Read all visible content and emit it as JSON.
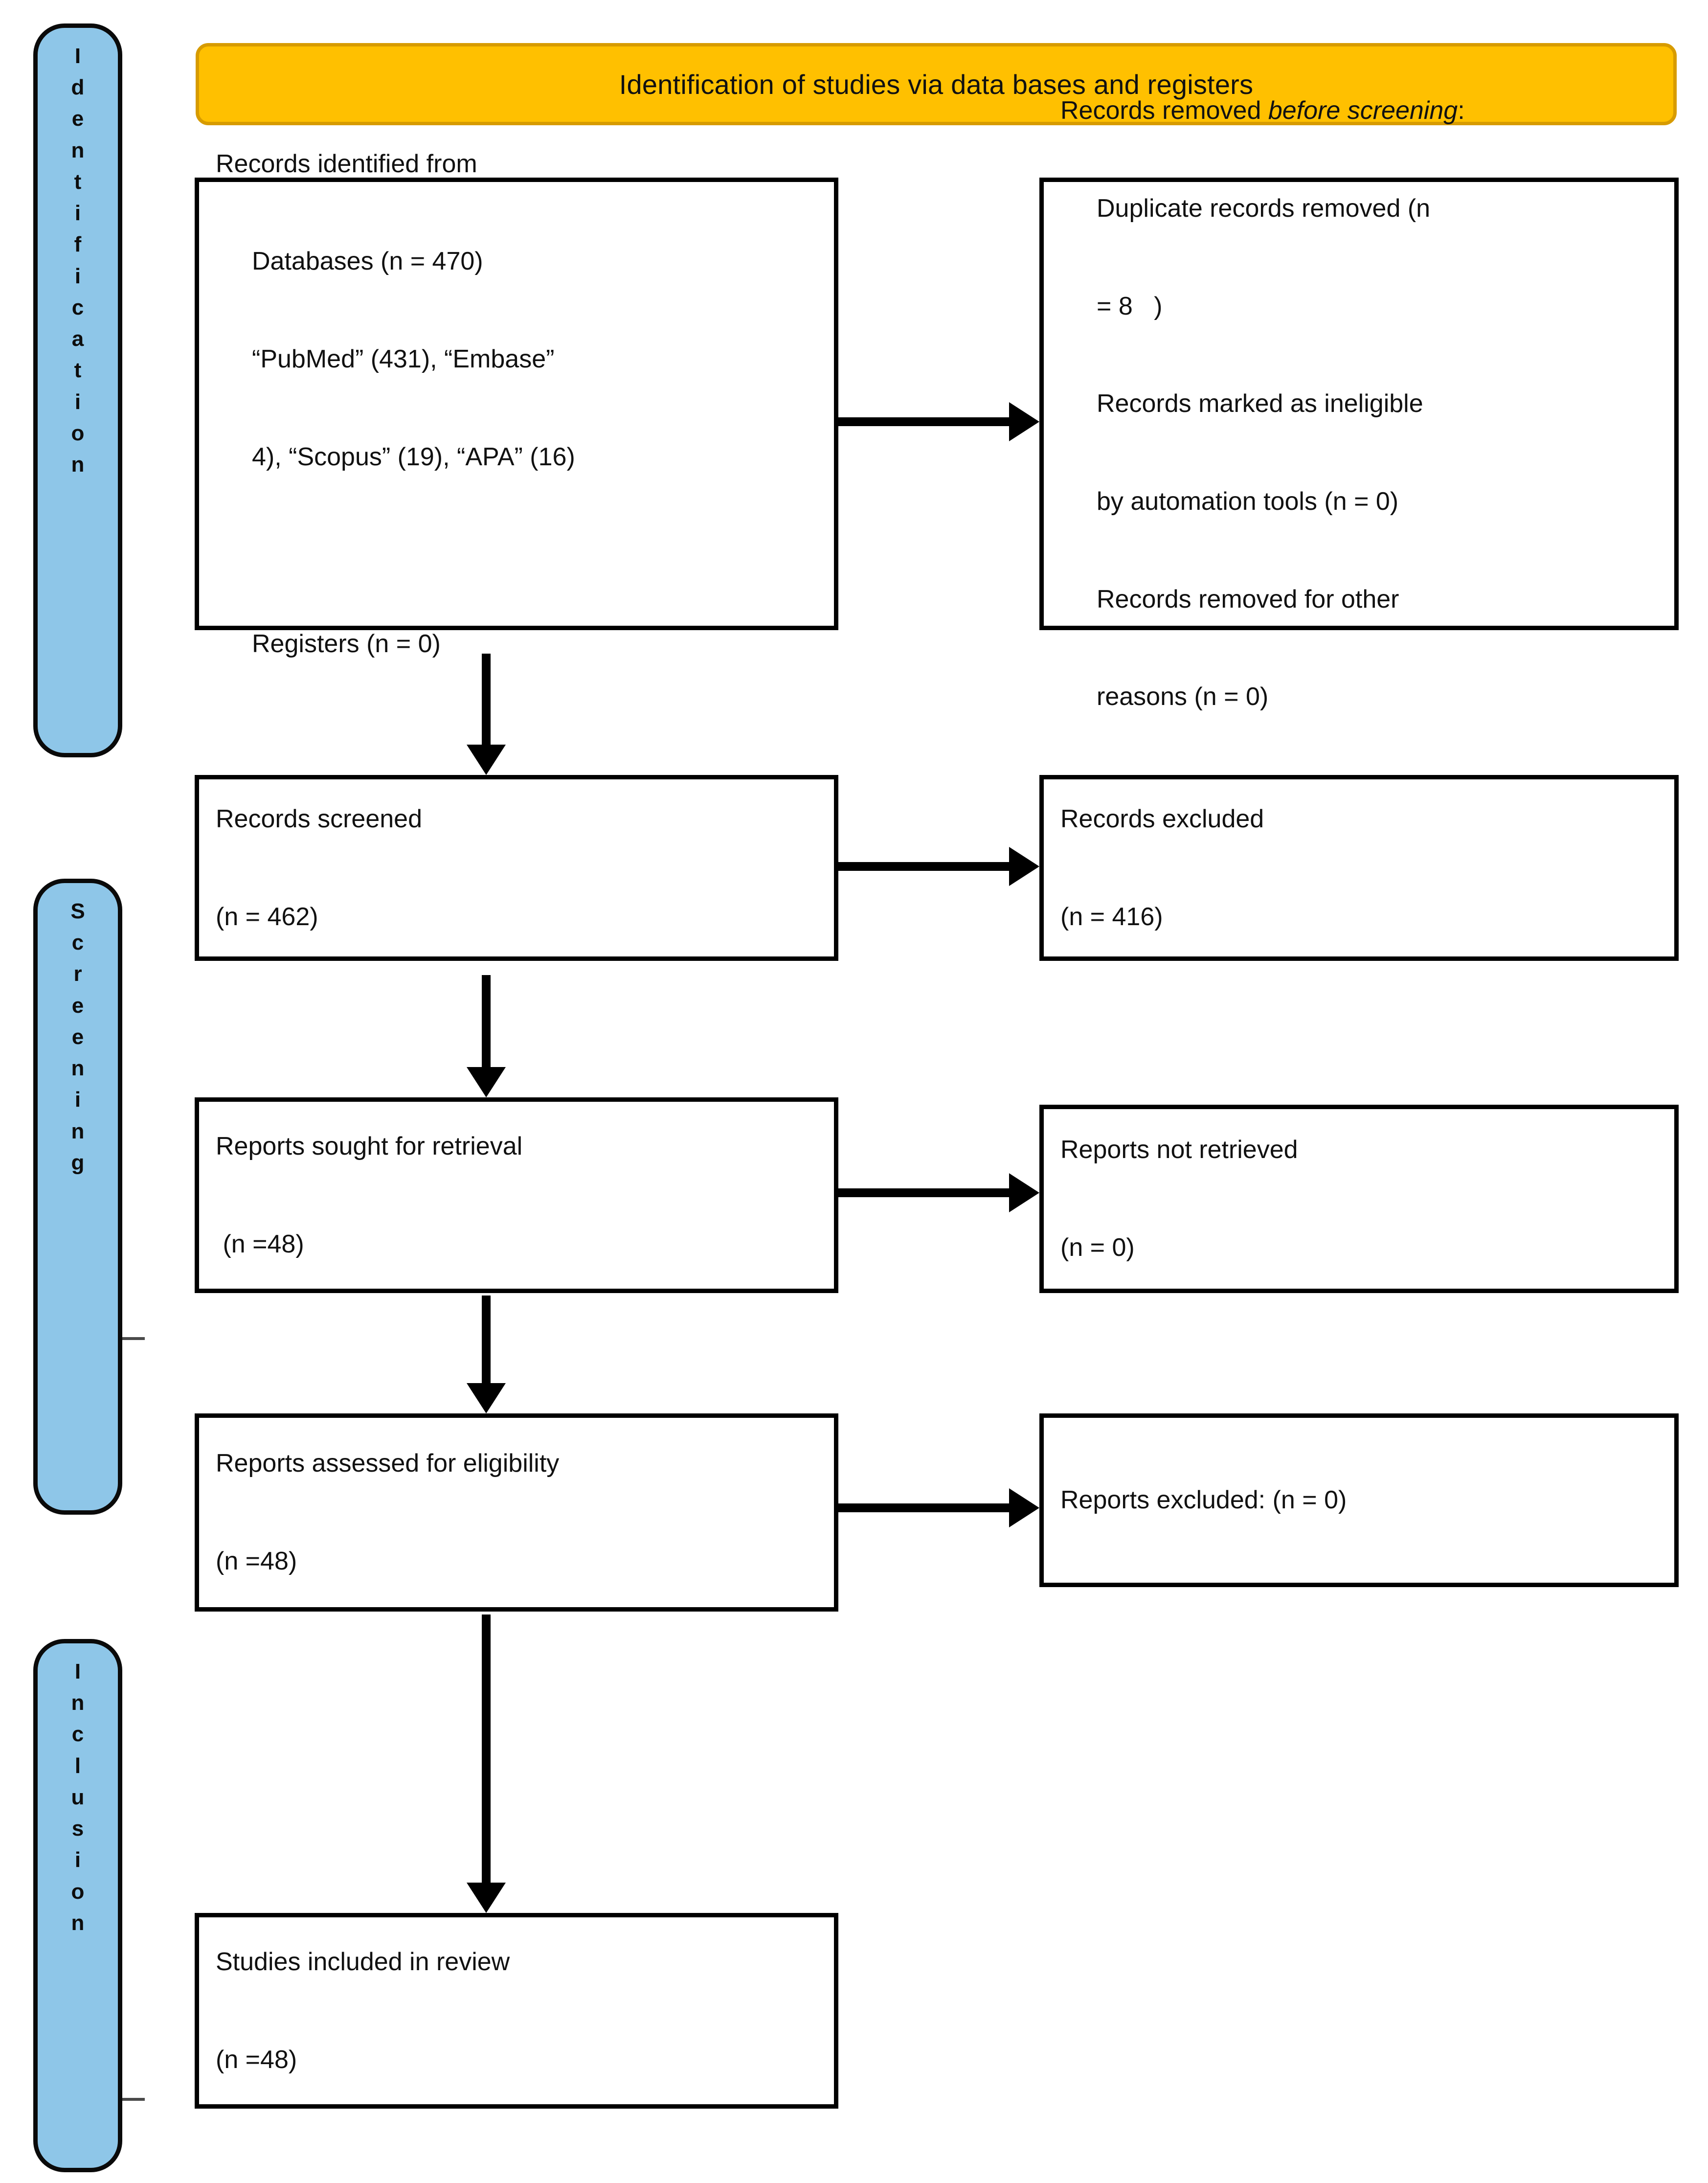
{
  "diagram": {
    "title": "PRISMA 2020 flow diagram",
    "header": {
      "banner_label": "Identification of studies via data bases and registers",
      "banner_color": "#FFC000",
      "banner_border_color": "#D79B00"
    },
    "stage_tab_color": "#8EC6E8",
    "stages": [
      {
        "id": "identification",
        "label": "Identification",
        "letters": [
          "I",
          "d",
          "e",
          "n",
          "t",
          "i",
          "f",
          "i",
          "c",
          "a",
          "t",
          "i",
          "o",
          "n"
        ]
      },
      {
        "id": "screening",
        "label": "Screening",
        "letters": [
          "S",
          "c",
          "r",
          "e",
          "e",
          "n",
          "i",
          "n",
          "g"
        ]
      },
      {
        "id": "inclusion",
        "label": "Inclusion",
        "letters": [
          "I",
          "n",
          "c",
          "l",
          "u",
          "s",
          "i",
          "o",
          "n"
        ]
      }
    ],
    "boxes": {
      "identified": {
        "name": "Records identified from",
        "lines": [
          "Records identified from",
          "Databases (n = 470)",
          "“PubMed” (431), “Embase”",
          "4), “Scopus” (19), “APA” (16)",
          "",
          "Registers (n = 0)"
        ],
        "values": {
          "databases_total": 470,
          "pubmed": 431,
          "embase": 4,
          "scopus": 19,
          "apa": 16,
          "registers": 0
        }
      },
      "removed_before_screening": {
        "heading_plain": "Records removed ",
        "heading_italic": "before screening",
        "heading_suffix": ":",
        "lines": [
          "Duplicate records removed (n",
          "= 8   )",
          "Records marked as ineligible",
          "by automation tools (n = 0)",
          "Records removed for other",
          "reasons (n = 0)"
        ],
        "values": {
          "duplicates_removed": 8,
          "ineligible_automation": 0,
          "other_reasons": 0
        }
      },
      "screened": {
        "lines": [
          "Records screened",
          "(n = 462)"
        ],
        "values": {
          "n": 462
        }
      },
      "records_excluded": {
        "lines": [
          "Records excluded",
          "(n = 416)"
        ],
        "values": {
          "n": 416
        }
      },
      "sought_for_retrieval": {
        "lines": [
          "Reports sought for retrieval",
          " (n =48)"
        ],
        "values": {
          "n": 48
        }
      },
      "not_retrieved": {
        "lines": [
          "Reports not retrieved",
          "(n = 0)"
        ],
        "values": {
          "n": 0
        }
      },
      "assessed_for_eligibility": {
        "lines": [
          "Reports assessed for eligibility",
          "(n =48)"
        ],
        "values": {
          "n": 48
        }
      },
      "reports_excluded": {
        "lines": [
          "Reports excluded: (n = 0)"
        ],
        "values": {
          "n": 0
        }
      },
      "included_in_review": {
        "lines": [
          "Studies included in review",
          "(n =48)"
        ],
        "values": {
          "n": 48
        }
      }
    },
    "arrows": [
      {
        "id": "identified-to-removed",
        "direction": "right",
        "from": "identified",
        "to": "removed_before_screening"
      },
      {
        "id": "identified-to-screened",
        "direction": "down",
        "from": "identified",
        "to": "screened"
      },
      {
        "id": "screened-to-excluded",
        "direction": "right",
        "from": "screened",
        "to": "records_excluded"
      },
      {
        "id": "screened-to-sought",
        "direction": "down",
        "from": "screened",
        "to": "sought_for_retrieval"
      },
      {
        "id": "sought-to-not-retrieved",
        "direction": "right",
        "from": "sought_for_retrieval",
        "to": "not_retrieved"
      },
      {
        "id": "sought-to-assessed",
        "direction": "down",
        "from": "sought_for_retrieval",
        "to": "assessed_for_eligibility"
      },
      {
        "id": "assessed-to-reports-excluded",
        "direction": "right",
        "from": "assessed_for_eligibility",
        "to": "reports_excluded"
      },
      {
        "id": "assessed-to-included",
        "direction": "down",
        "from": "assessed_for_eligibility",
        "to": "included_in_review"
      }
    ]
  }
}
